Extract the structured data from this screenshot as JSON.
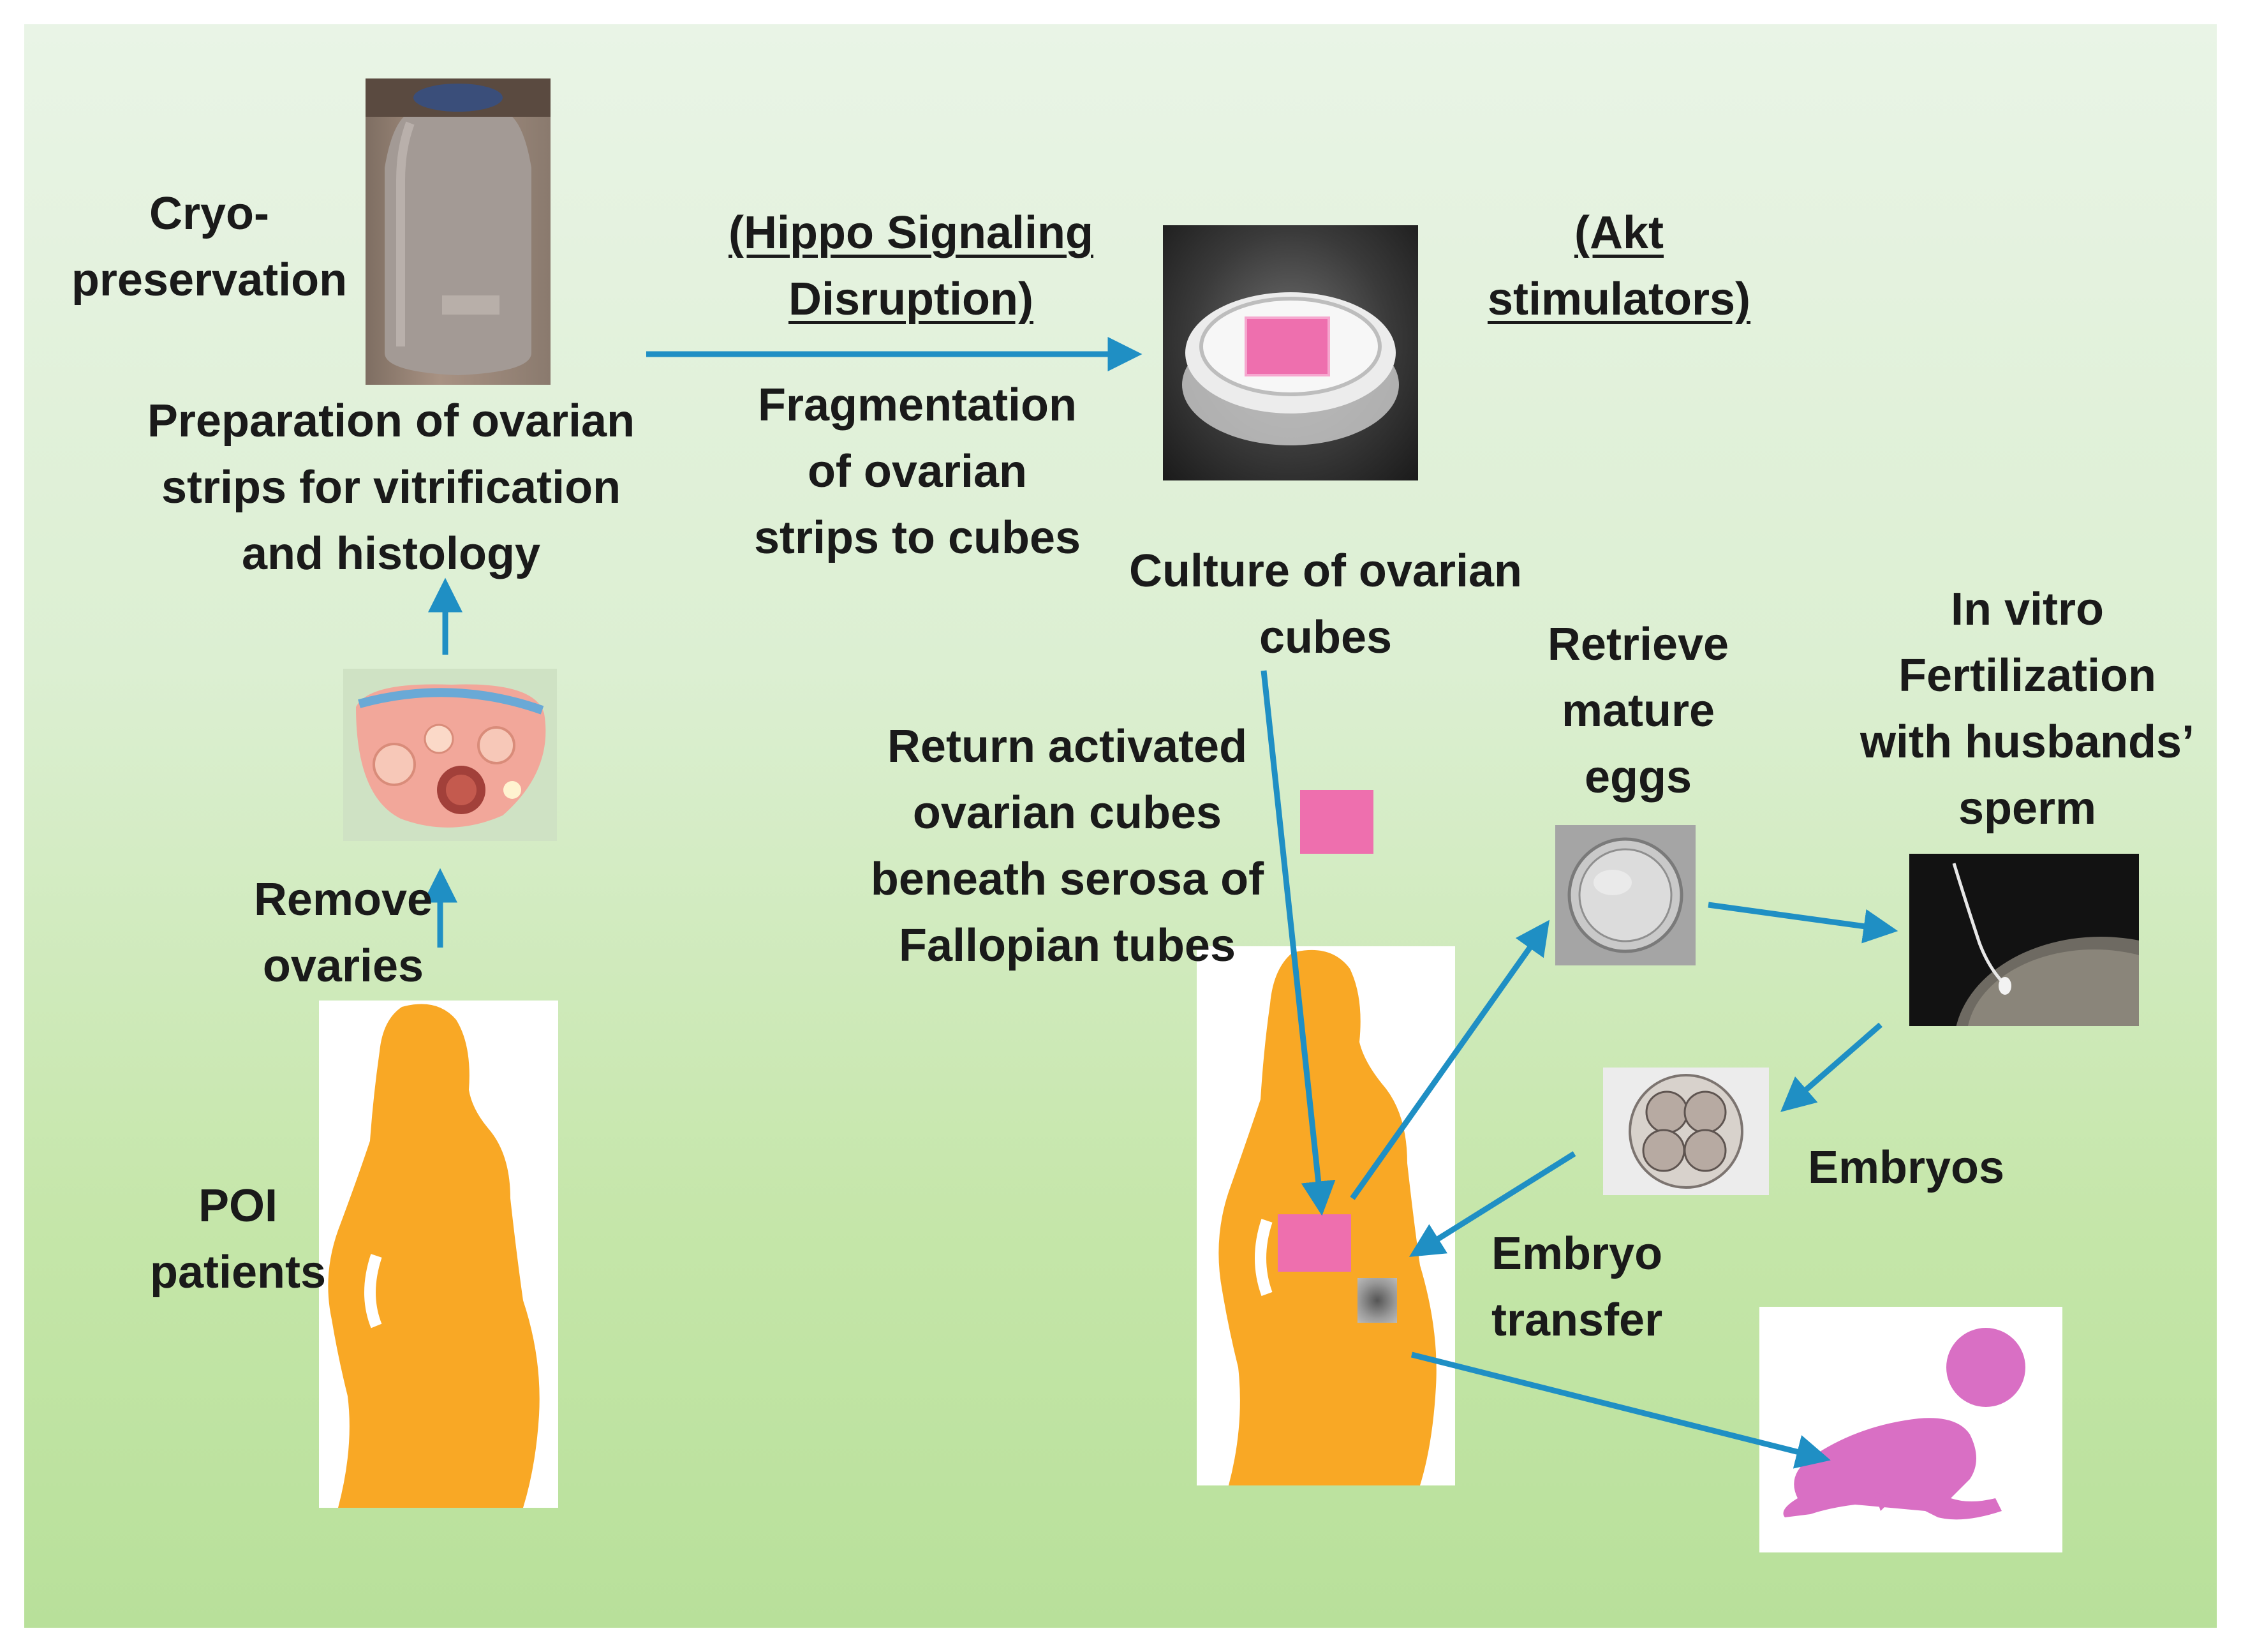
{
  "labels": {
    "cryopreservation": "Cryo-\npreservation",
    "preparation": "Preparation  of ovarian\nstrips for vitrification\nand histology",
    "hippo": "(Hippo Signaling\nDisruption)",
    "fragmentation": "Fragmentation\nof ovarian\nstrips to cubes",
    "akt": "(Akt\nstimulators)",
    "culture": "Culture of ovarian\ncubes",
    "remove_ovaries": "Remove\novaries",
    "poi_patients": "POI\npatients",
    "return_cubes": "Return activated\novarian cubes\nbeneath serosa of\nFallopian tubes",
    "retrieve_eggs": "Retrieve\nmature\neggs",
    "ivf": "In vitro\nFertilization\nwith husbands’\nsperm",
    "embryos": "Embryos",
    "embryo_transfer": "Embryo\ntransfer"
  },
  "colors": {
    "arrow": "#1f8fc4",
    "silhouette": "#f9a825",
    "tissue": "#ee6fae",
    "baby": "#d96fc4"
  }
}
